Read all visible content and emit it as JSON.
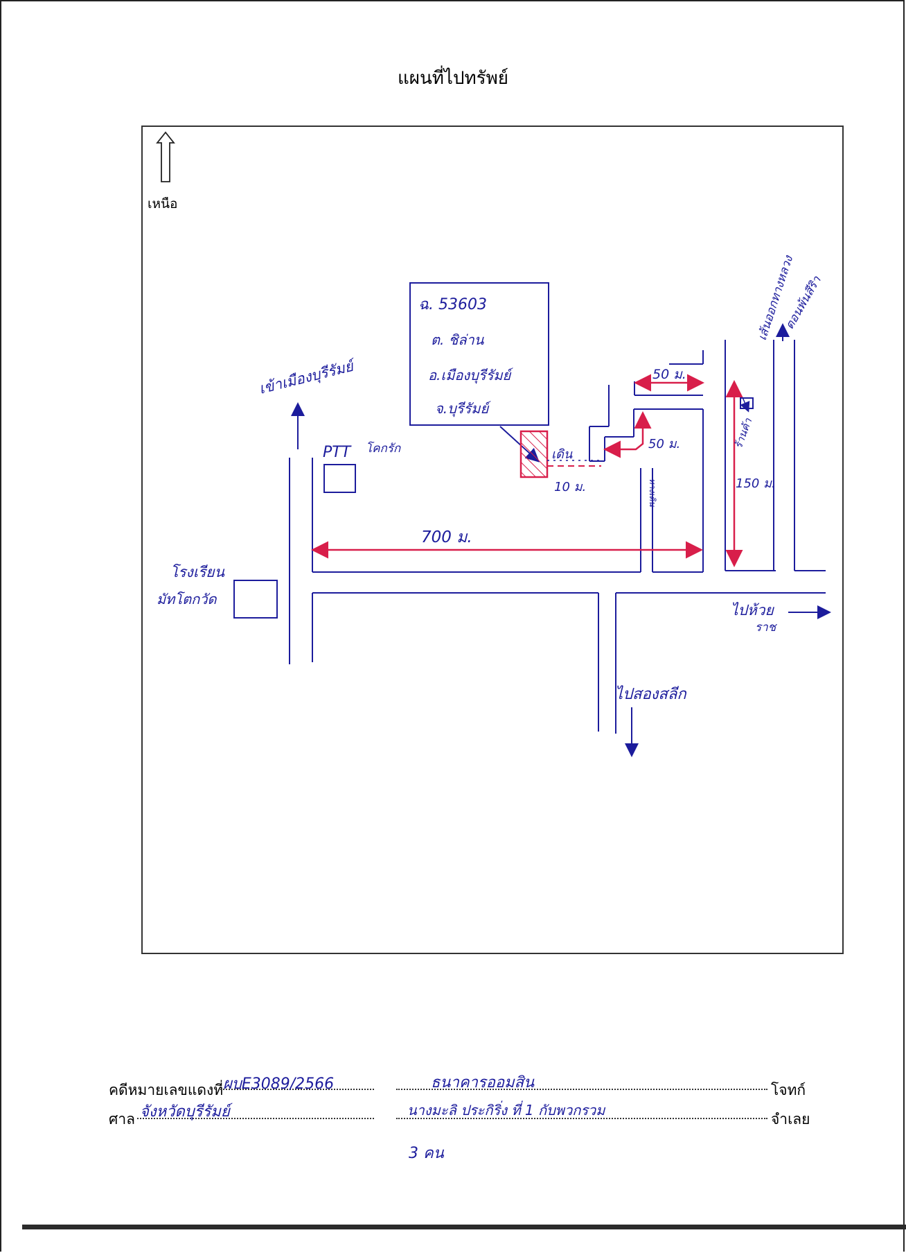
{
  "page": {
    "title": "แผนที่ไปทรัพย์"
  },
  "map": {
    "north_label": "เหนือ",
    "plot_box": {
      "line1": "ฉ. 53603",
      "line2": "ต. ชิล่าน",
      "line3": "อ.เมืองบุรีรัมย์",
      "line4": "จ.บุรีรัมย์"
    },
    "labels": {
      "to_city": "เข้าเมืองบุรีรัมย์",
      "ptt": "PTT",
      "ptt_extra": "โคกรัก",
      "school": "โรงเรียน",
      "school2": "มัทโตกวัด",
      "dist_main": "700 ม.",
      "walk": "เดิน",
      "dist_10": "10 ม.",
      "dist_50a": "50 ม.",
      "dist_50b": "50 ม.",
      "dist_150": "150 ม.",
      "lane": "ทางเดิน",
      "to_right": "ไปห้วย",
      "to_right2": "ราช",
      "to_south": "ไปสองสลีก",
      "exit_note": "เส้นออกทางหลวง",
      "exit_note2": "ตอนพ้นสีริา",
      "shop": "ร้านค้า"
    },
    "colors": {
      "ink_blue": "#1c1c9c",
      "ink_red": "#d81e4a"
    }
  },
  "footer": {
    "case_label": "คดีหมายเลขแดงที่",
    "case_value": "ผบE3089/2566",
    "court_label": "ศาล",
    "court_value": "จังหวัดบุรีรัมย์",
    "plaintiff_value": "ธนาคารออมสิน",
    "plaintiff_label": "โจทก์",
    "defendant_value": "นางมะลิ ประกิริ่ง ที่ 1 กับพวกรวม",
    "defendant_label": "จำเลย",
    "defendant_extra": "3 คน"
  }
}
